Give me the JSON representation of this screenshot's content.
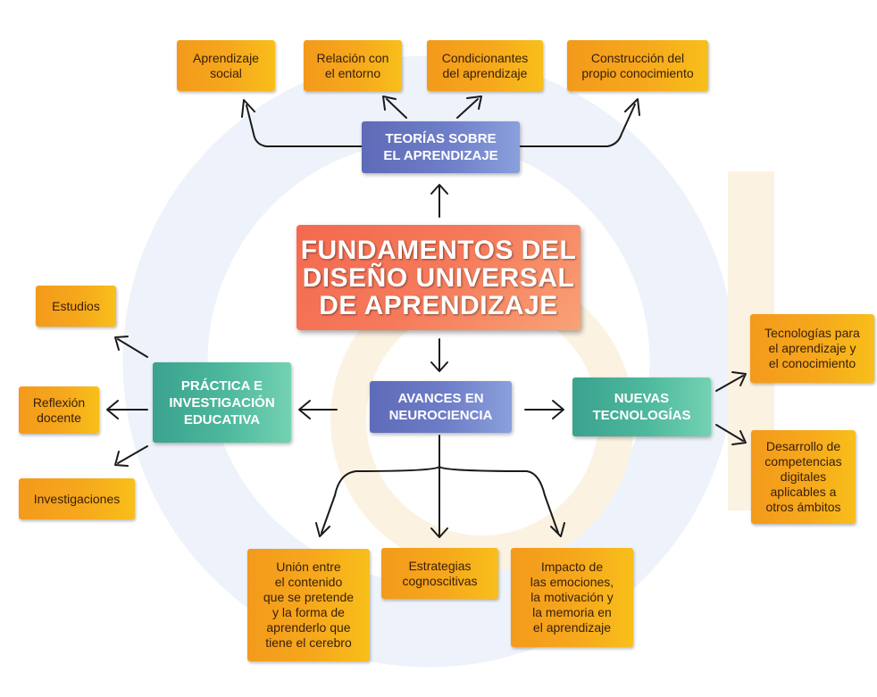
{
  "map": {
    "center": "FUNDAMENTOS DEL\nDISEÑO UNIVERSAL\nDE APRENDIZAJE",
    "teorias": "TEORÍAS SOBRE\nEL APRENDIZAJE",
    "neuro": "AVANCES EN\nNEUROCIENCIA",
    "practica": "PRÁCTICA E\nINVESTIGACIÓN\nEDUCATIVA",
    "tecnologias": "NUEVAS\nTECNOLOGÍAS",
    "teorias_children": [
      "Aprendizaje\nsocial",
      "Relación con\nel entorno",
      "Condicionantes\ndel aprendizaje",
      "Construcción del\npropio conocimiento"
    ],
    "practica_children": [
      "Estudios",
      "Reflexión\ndocente",
      "Investigaciones"
    ],
    "neuro_children": [
      "Unión entre\nel contenido\nque se pretende\ny la forma de\naprenderlo que\ntiene el cerebro",
      "Estrategias\ncognoscitivas",
      "Impacto de\nlas emociones,\nla motivación y\nla memoria en\nel aprendizaje"
    ],
    "tecnologias_children": [
      "Tecnologías para\nel aprendizaje y\nel conocimiento",
      "Desarrollo de\ncompetencias\ndigitales\naplicables a\notros ámbitos"
    ]
  },
  "colors": {
    "leaf": "#f6a81c",
    "branch_blue": "#6f7ec8",
    "branch_green": "#4fb99e",
    "center": "#f57a5b",
    "arrow": "#1a1a1a"
  }
}
